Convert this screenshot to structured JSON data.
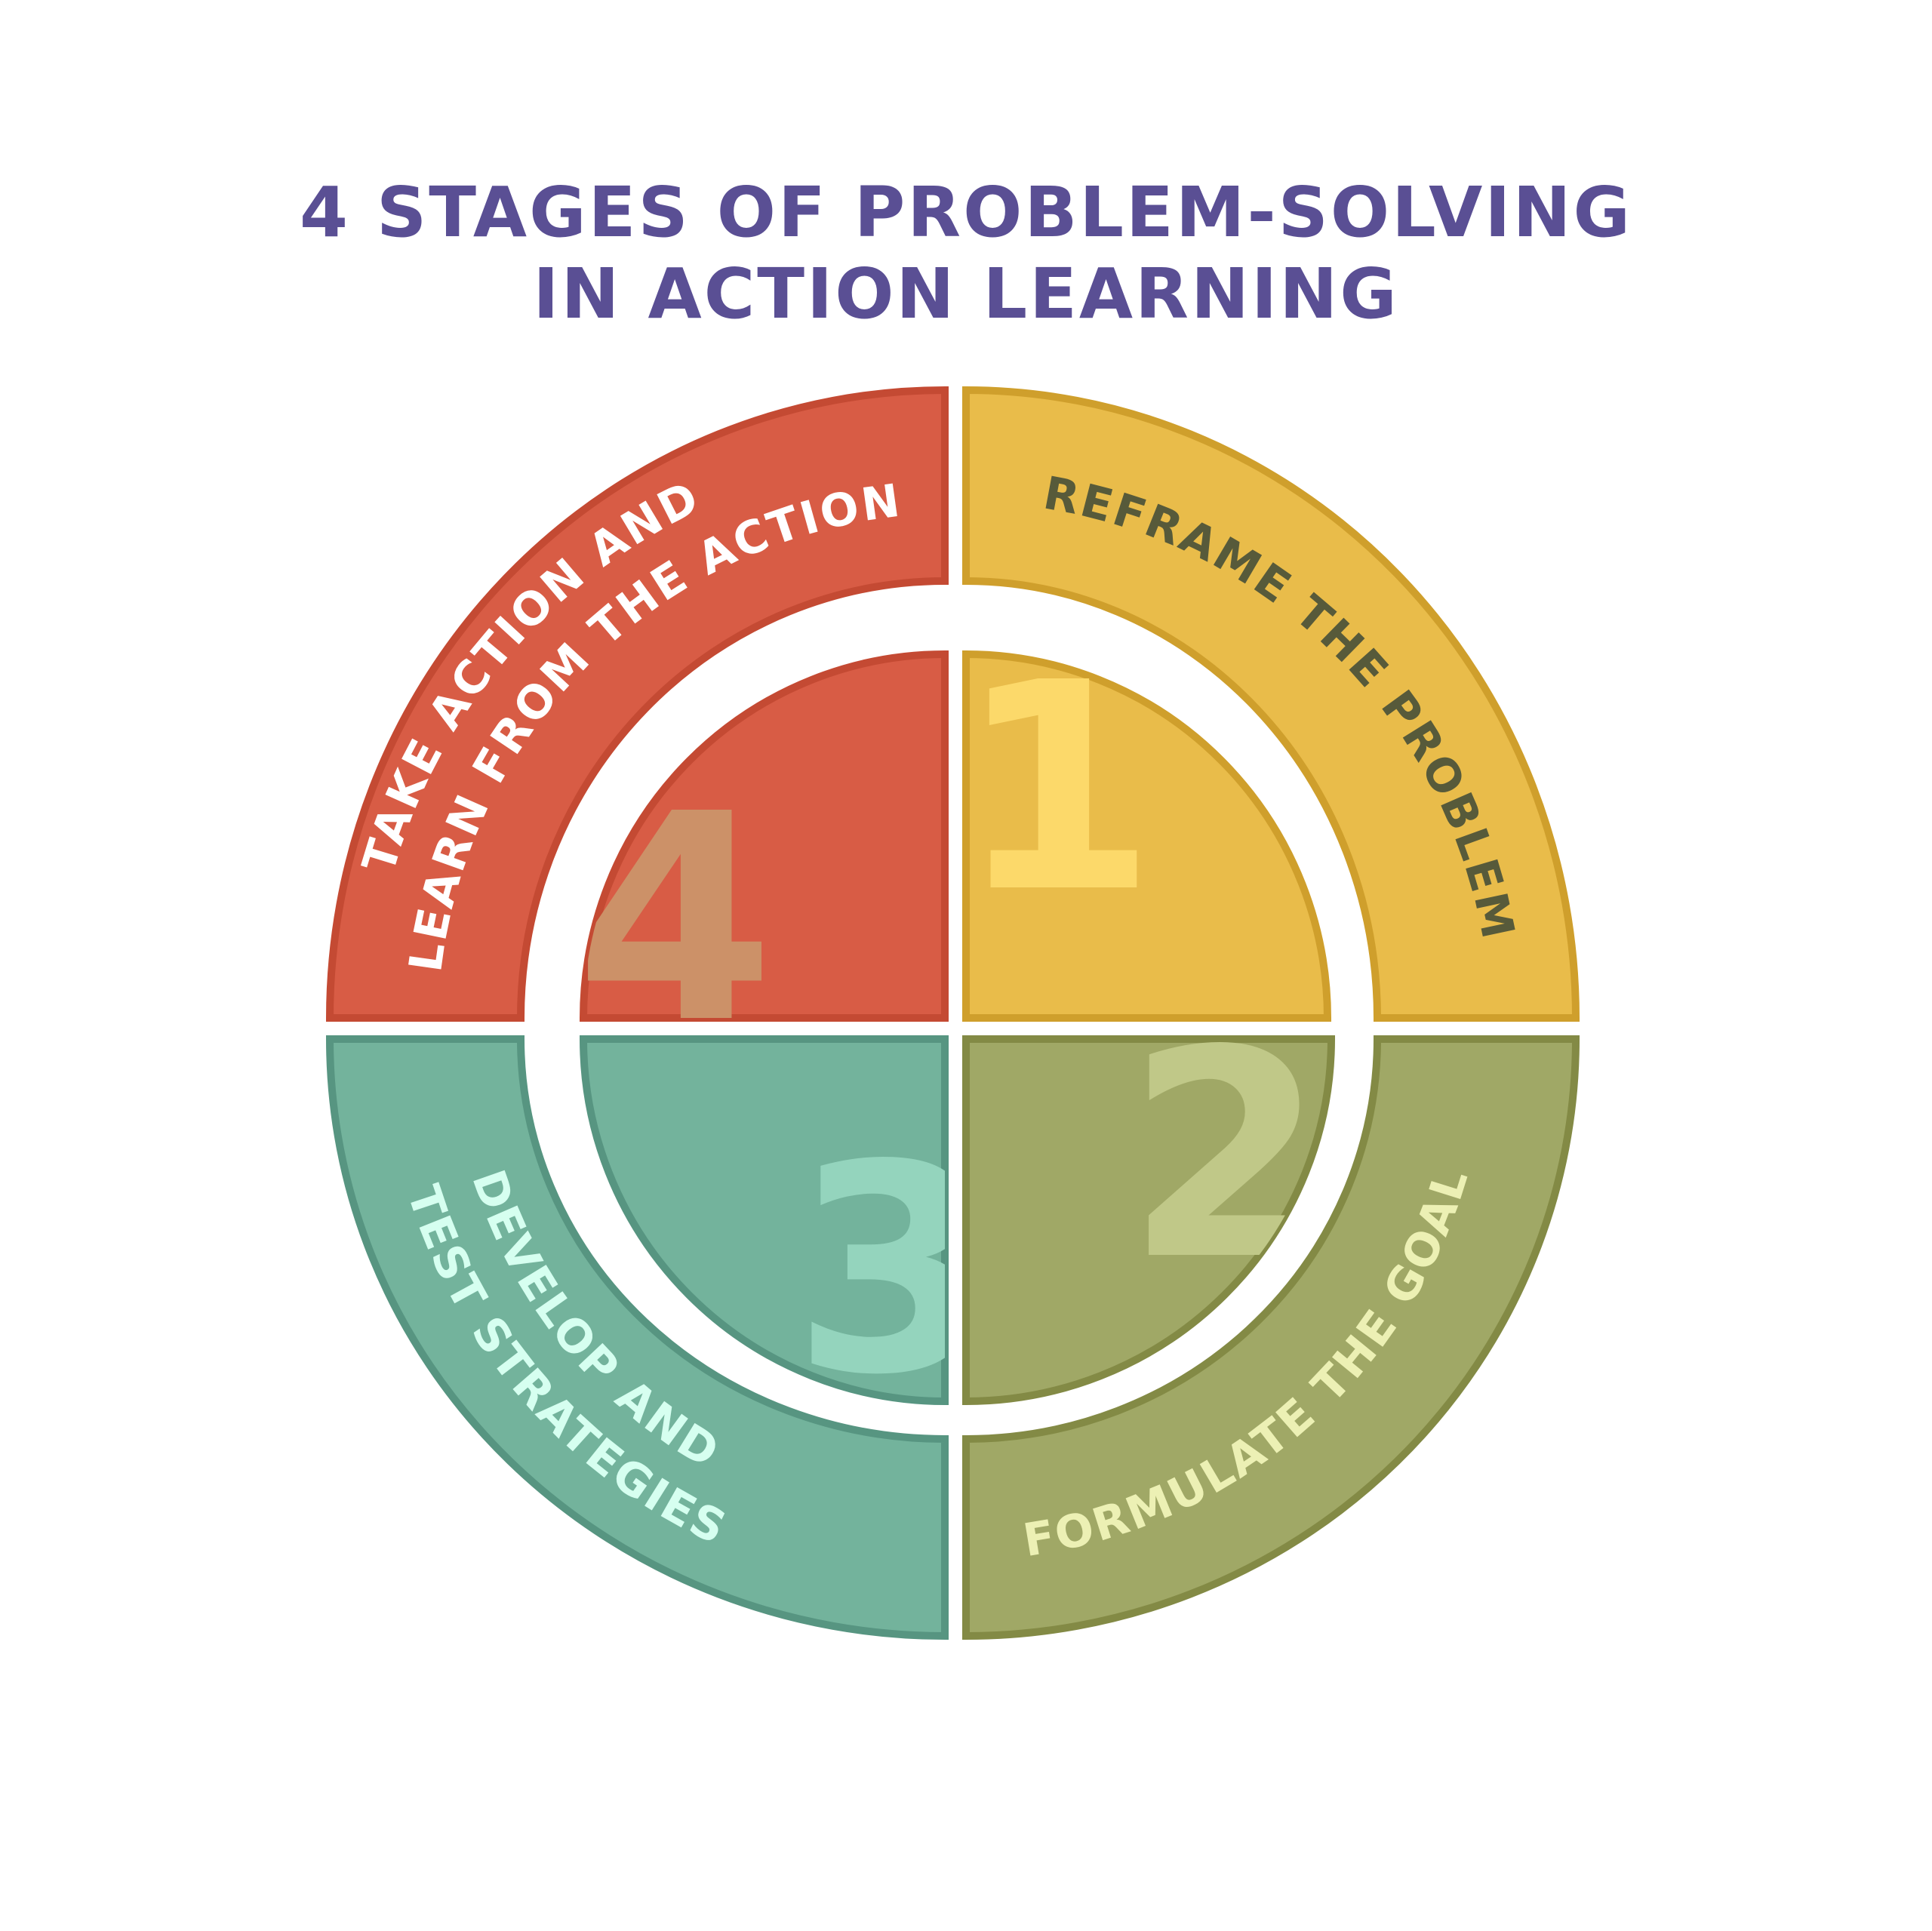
{
  "title": {
    "line1": "4 STAGES OF PROBLEM-SOLVING",
    "line2": "IN ACTION LEARNING",
    "color": "#5a4f94"
  },
  "stages": [
    {
      "number": "1",
      "label_lines": [
        "REFRAME THE PROBLEM"
      ],
      "position": "top-right",
      "fill": "#e9bc4a",
      "border": "#cf9f2c",
      "numeral_color": "#fcd96a",
      "text_color": "#575a3a"
    },
    {
      "number": "2",
      "label_lines": [
        "FORMULATE THE GOAL"
      ],
      "position": "bottom-right",
      "fill": "#a0a866",
      "border": "#838a45",
      "numeral_color": "#c0c888",
      "text_color": "#ecf0b4"
    },
    {
      "number": "3",
      "label_lines": [
        "DEVELOP AND",
        "TEST STRATEGIES"
      ],
      "position": "bottom-left",
      "fill": "#73b39c",
      "border": "#579581",
      "numeral_color": "#94d4bd",
      "text_color": "#d6fff0"
    },
    {
      "number": "4",
      "label_lines": [
        "TAKE ACTION AND",
        "LEARN FROM THE ACTION"
      ],
      "position": "top-left",
      "fill": "#d85c45",
      "border": "#c44a33",
      "numeral_color": "#cc9168",
      "text_color": "#ffffff"
    }
  ]
}
